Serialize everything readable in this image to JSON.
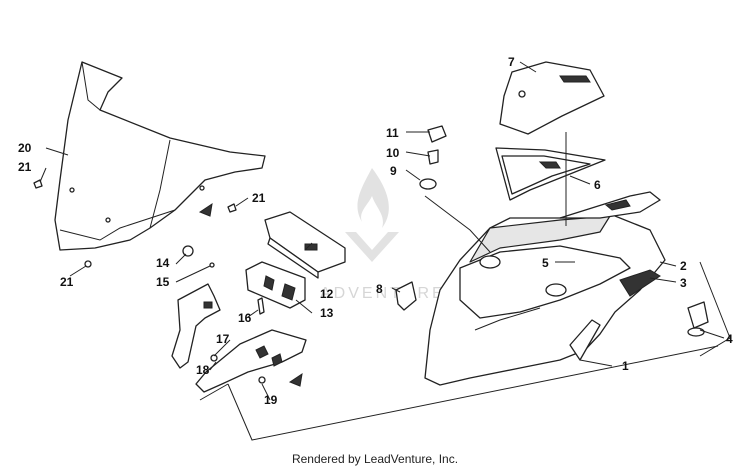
{
  "footer": {
    "credit": "Rendered by LeadVenture, Inc."
  },
  "watermark": {
    "text": "ADVENTURE",
    "color": "#d6d6d6",
    "icon": "flame-logo-icon"
  },
  "callouts": {
    "c1": "1",
    "c2": "2",
    "c3": "3",
    "c4": "4",
    "c5": "5",
    "c6": "6",
    "c7": "7",
    "c8": "8",
    "c9": "9",
    "c10": "10",
    "c11": "11",
    "c12": "12",
    "c13": "13",
    "c14": "14",
    "c15": "15",
    "c16": "16",
    "c17": "17",
    "c18": "18",
    "c19": "19",
    "c20": "20",
    "c21a": "21",
    "c21b": "21",
    "c21c": "21"
  }
}
